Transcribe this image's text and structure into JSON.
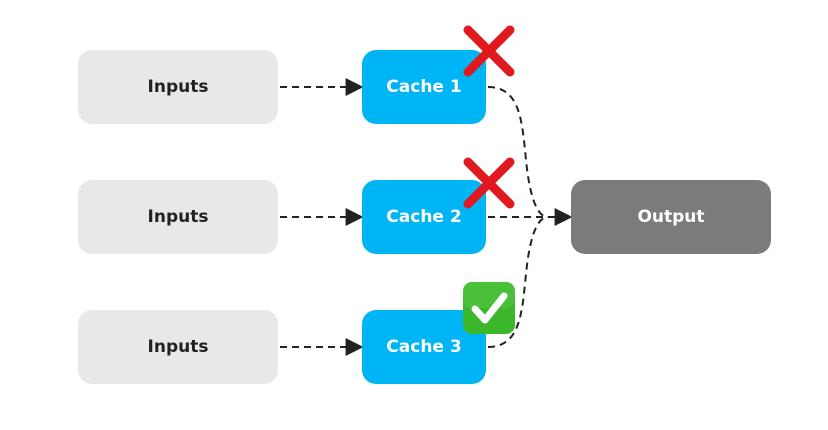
{
  "nodes": {
    "inputs": [
      {
        "label": "Inputs"
      },
      {
        "label": "Inputs"
      },
      {
        "label": "Inputs"
      }
    ],
    "caches": [
      {
        "label": "Cache 1",
        "status": "cross-mark-icon"
      },
      {
        "label": "Cache 2",
        "status": "cross-mark-icon"
      },
      {
        "label": "Cache 3",
        "status": "check-mark-icon"
      }
    ],
    "output": {
      "label": "Output"
    }
  },
  "colors": {
    "input_fill": "#e8e8e8",
    "cache_fill": "#00b5f5",
    "output_fill": "#7b7b7b",
    "connector": "#222222",
    "cross": "#e0191f",
    "check_fill": "#3cb72c",
    "check_mark": "#ffffff"
  }
}
